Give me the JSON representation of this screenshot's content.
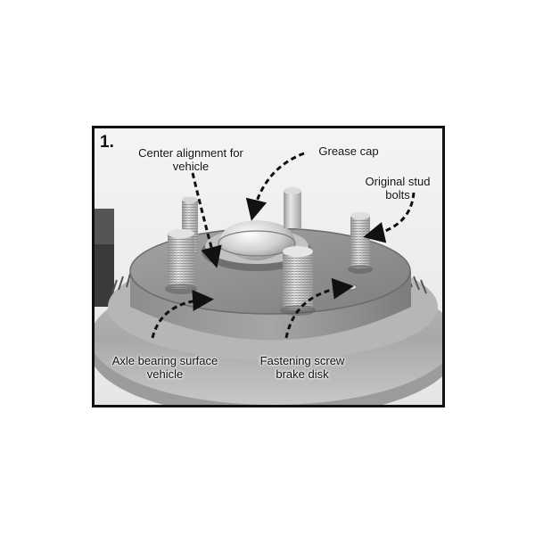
{
  "figure": {
    "step_number": "1.",
    "labels": {
      "center_alignment": "Center alignment for\nvehicle",
      "grease_cap": "Grease cap",
      "original_stud_bolts": "Original stud\nbolts",
      "axle_bearing_surface": "Axle bearing surface\nvehicle",
      "fastening_screw": "Fastening screw\nbrake disk"
    },
    "colors": {
      "border": "#111111",
      "metal_light": "#d2d2d2",
      "metal_dark": "#8a8a8a",
      "arrow": "#111111"
    }
  }
}
